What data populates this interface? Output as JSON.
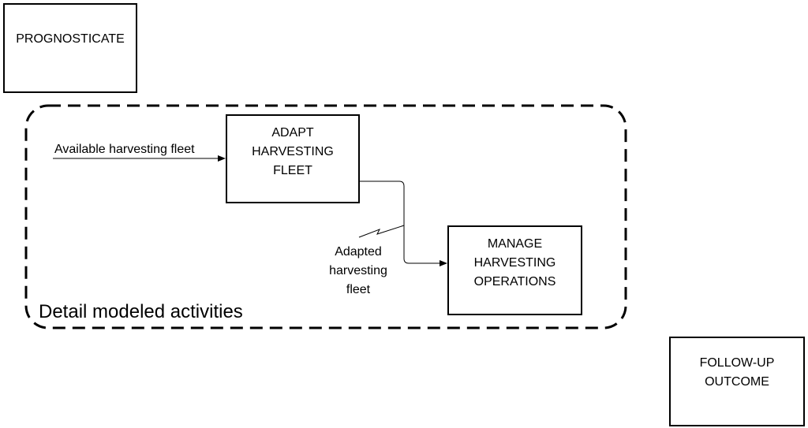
{
  "boxes": {
    "prognosticate": {
      "lines": [
        "PROGNOSTICATE"
      ]
    },
    "adapt": {
      "lines": [
        "ADAPT",
        "HARVESTING",
        "FLEET"
      ]
    },
    "manage": {
      "lines": [
        "MANAGE",
        "HARVESTING",
        "OPERATIONS"
      ]
    },
    "followup": {
      "lines": [
        "FOLLOW-UP",
        "OUTCOME"
      ]
    }
  },
  "flows": {
    "available": "Available harvesting fleet",
    "adapted": [
      "Adapted",
      "harvesting",
      "fleet"
    ]
  },
  "group_label": "Detail modeled activities"
}
